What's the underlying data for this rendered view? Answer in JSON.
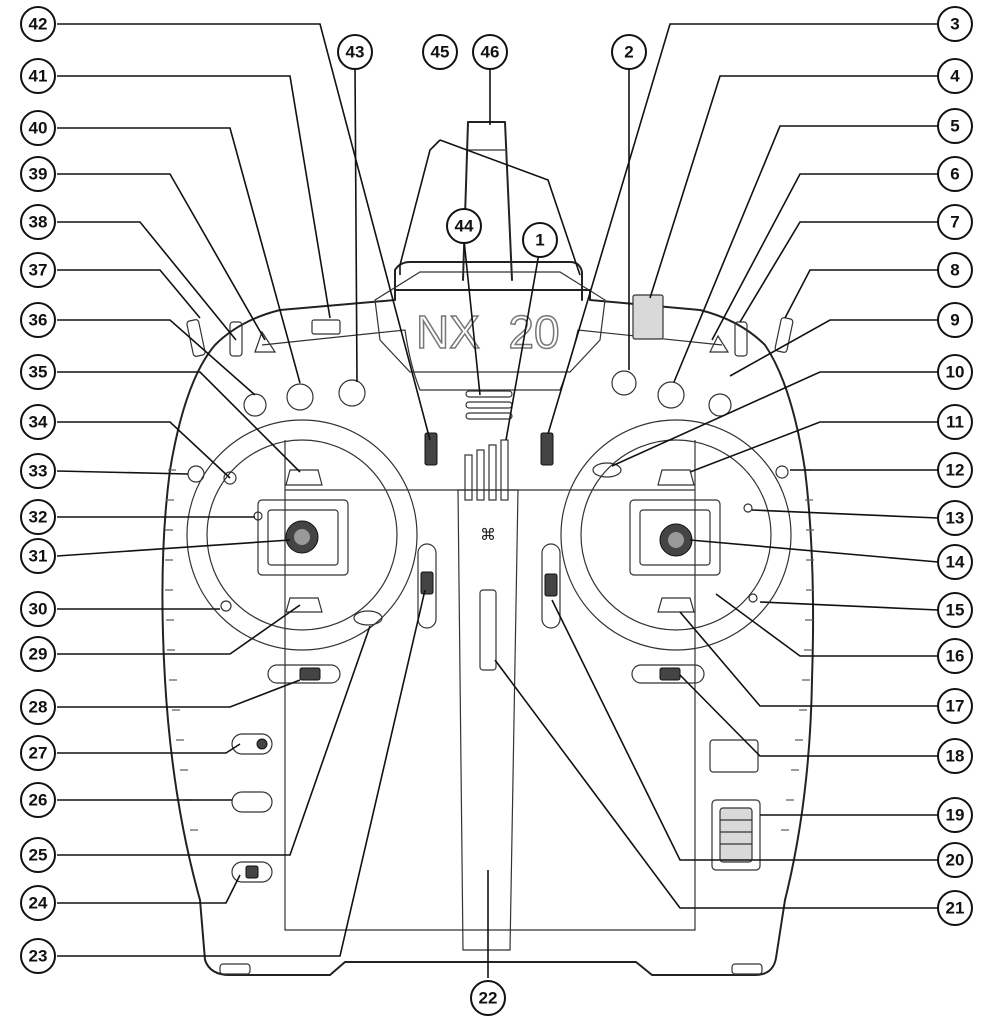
{
  "diagram": {
    "logo_text": [
      "NX",
      "20"
    ],
    "callouts": [
      "1",
      "2",
      "3",
      "4",
      "5",
      "6",
      "7",
      "8",
      "9",
      "10",
      "11",
      "12",
      "13",
      "14",
      "15",
      "16",
      "17",
      "18",
      "19",
      "20",
      "21",
      "22",
      "23",
      "24",
      "25",
      "26",
      "27",
      "28",
      "29",
      "30",
      "31",
      "32",
      "33",
      "34",
      "35",
      "36",
      "37",
      "38",
      "39",
      "40",
      "41",
      "42",
      "43",
      "44",
      "45",
      "46"
    ]
  }
}
